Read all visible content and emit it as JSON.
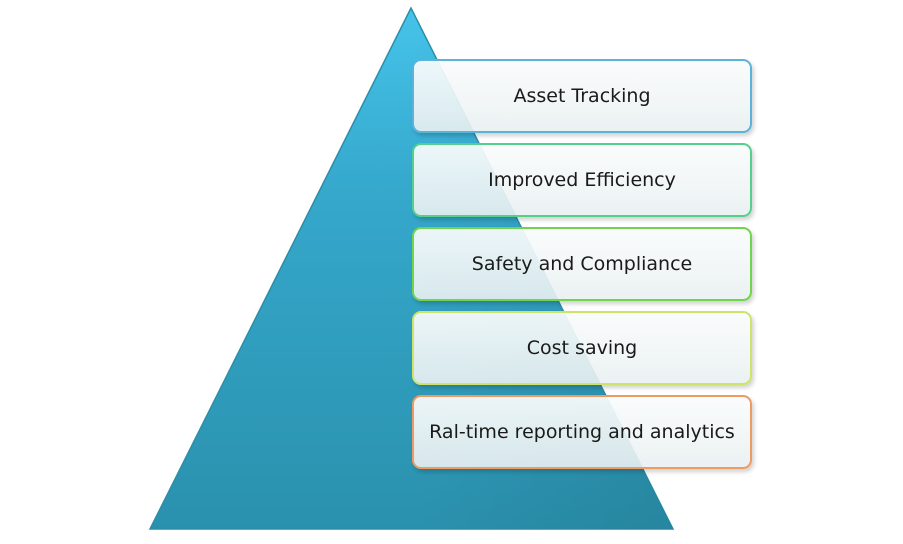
{
  "pyramid": {
    "fill_top": "#46c3ea",
    "fill_bottom": "#2a91ad"
  },
  "tiers": [
    {
      "label": "Asset Tracking",
      "border_color": "#5cb3d9"
    },
    {
      "label": "Improved Efficiency",
      "border_color": "#55d08c"
    },
    {
      "label": "Safety and Compliance",
      "border_color": "#6fd44e"
    },
    {
      "label": "Cost saving",
      "border_color": "#cde36a"
    },
    {
      "label": "Ral-time reporting and analytics",
      "border_color": "#ee9a63"
    }
  ]
}
